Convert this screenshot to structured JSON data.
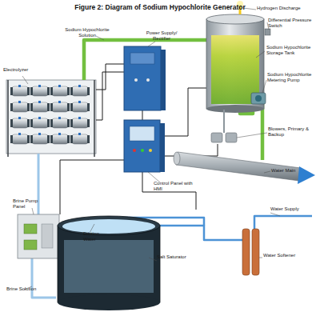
{
  "diagram": {
    "title": "Figure 2: Diagram of Sodium Hypochlorite Generator",
    "labels": [
      "Hydrogen Discharge",
      "Differential Pressure Switch",
      "Sodium Hypochlorite Solution",
      "Power Supply/ Rectifier",
      "Sodium Hypochlorite Storage Tank",
      "Sodium Hypochlorite Metering Pump",
      "Electrolyzer",
      "Blowers, Primary & Backup",
      "Water Main",
      "Control Panel with HMI",
      "Brine Pump Panel",
      "Water Supply",
      "Dilution Water",
      "Water Softener",
      "Salt Saturator",
      "Brine Solution"
    ]
  }
}
